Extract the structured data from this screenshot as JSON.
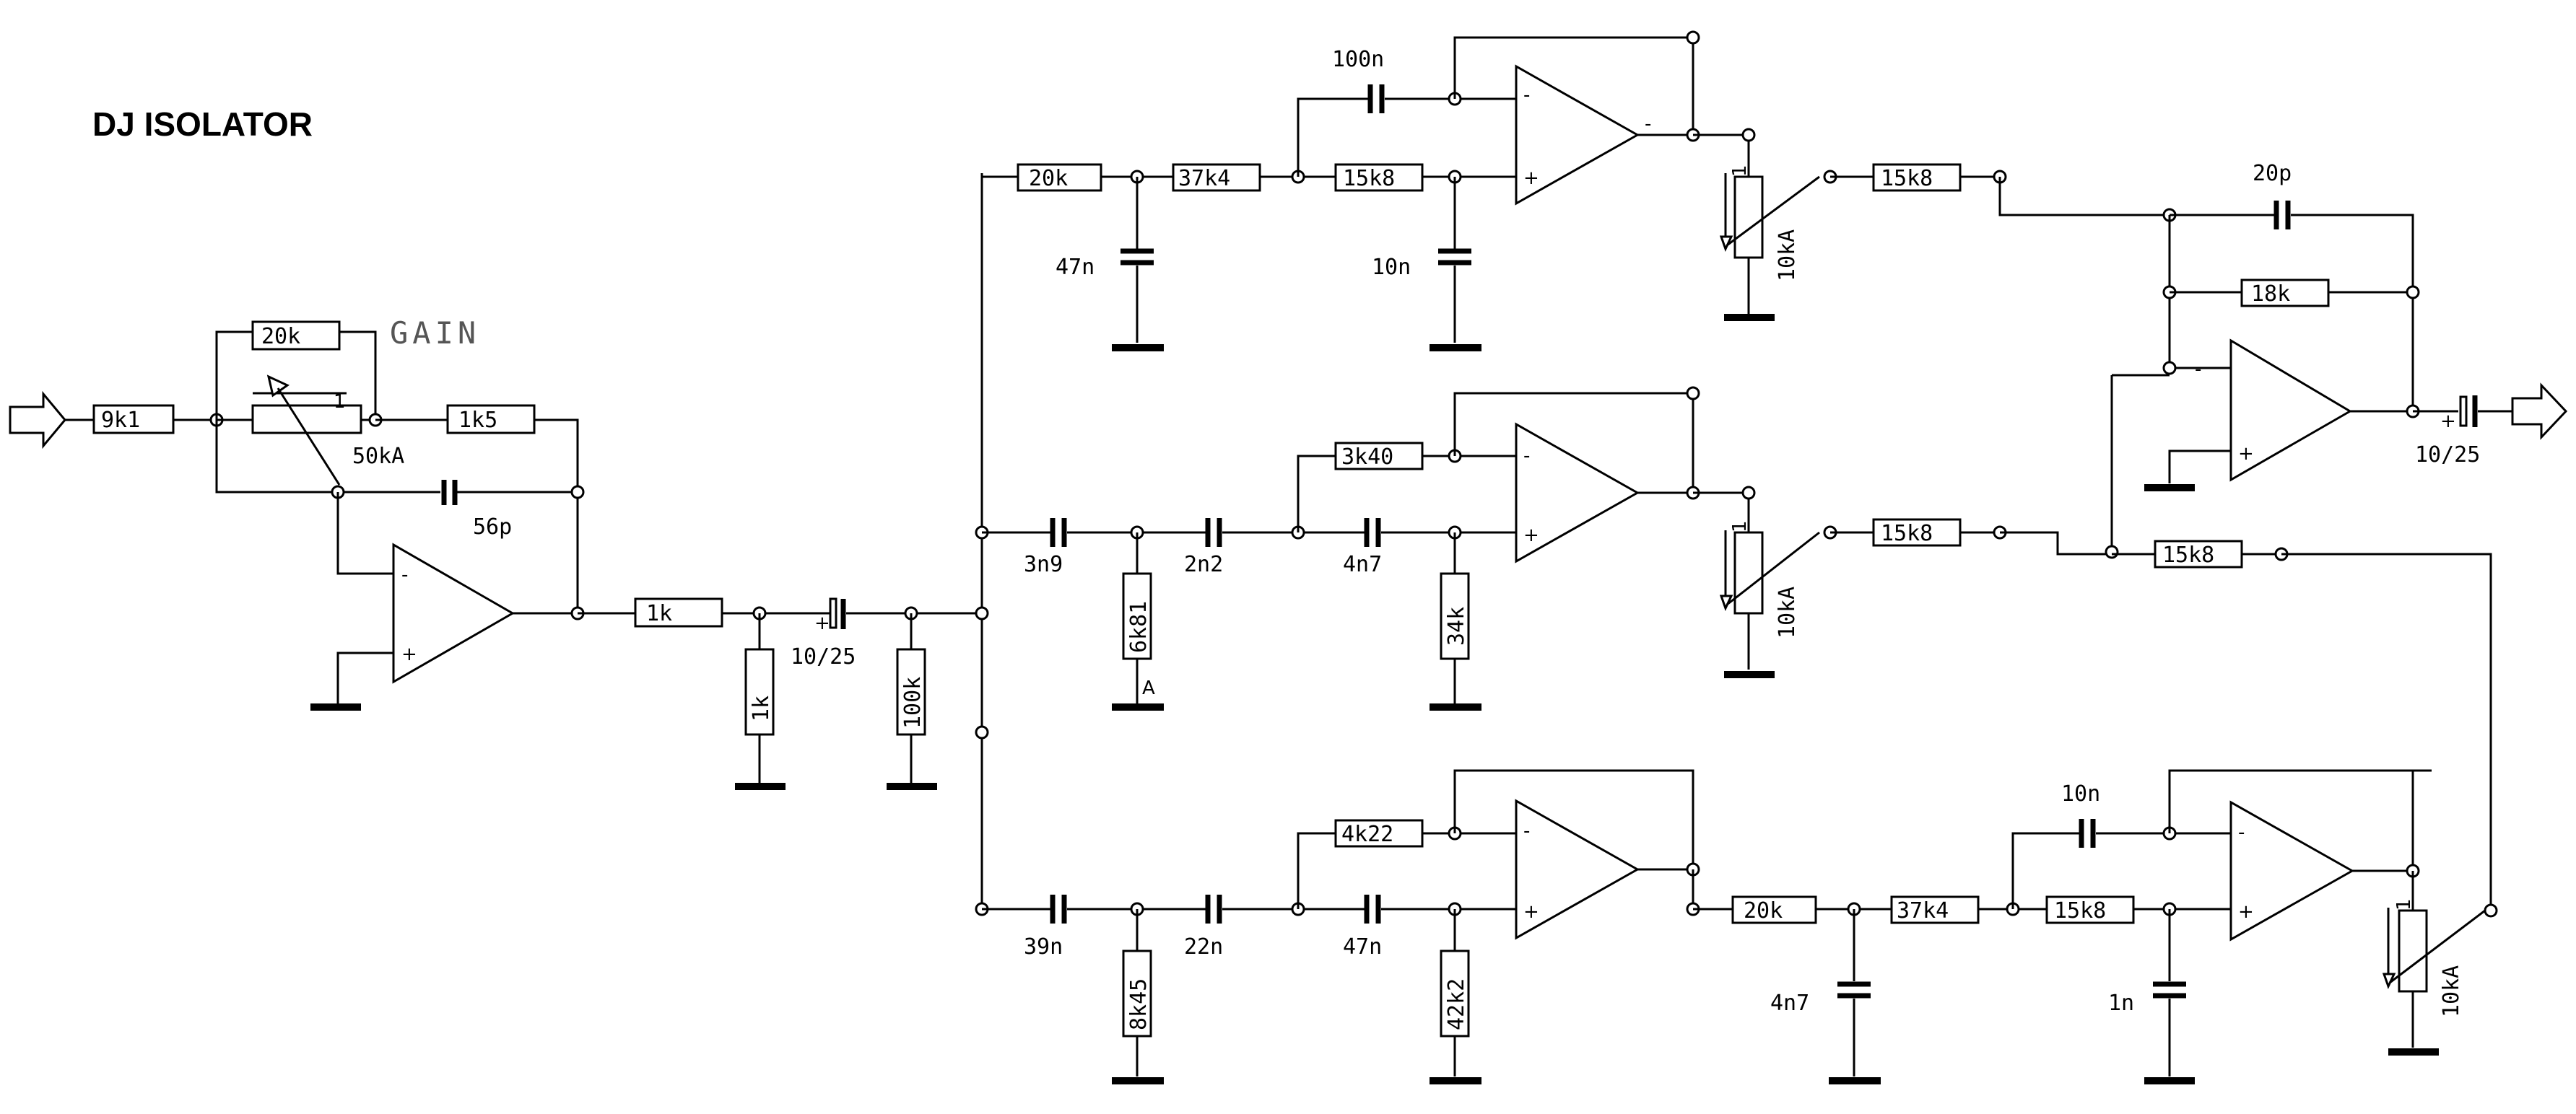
{
  "title": "DJ ISOLATOR",
  "gain_label": "GAIN",
  "components": {
    "r_in": "9k1",
    "r_gain": "20k",
    "pot_gain": "50kA",
    "pot_gain_pin": "1",
    "r_1k5": "1k5",
    "c_56p": "56p",
    "r_out1": "1k",
    "r_shunt1": "1k",
    "c_coupling": "10/25",
    "c_coupling_pol": "+",
    "r_100k": "100k",
    "hi_r1": "20k",
    "hi_c1": "47n",
    "hi_r2": "37k4",
    "hi_c2": "100n",
    "hi_r3": "15k8",
    "hi_c3": "10n",
    "hi_pot": "10kA",
    "hi_pot_pin": "1",
    "hi_r4": "15k8",
    "mid_c1": "3n9",
    "mid_r1": "6k81",
    "mid_r1_mark": "A",
    "mid_c2": "2n2",
    "mid_r2": "3k40",
    "mid_c3": "4n7",
    "mid_r3": "34k",
    "mid_pot": "10kA",
    "mid_pot_pin": "1",
    "mid_r4": "15k8",
    "mix_r": "15k8",
    "mix_c": "20p",
    "mix_fb": "18k",
    "out_cap": "10/25",
    "out_cap_pol": "+",
    "lo_c1": "39n",
    "lo_r1": "8k45",
    "lo_c2": "22n",
    "lo_r2": "4k22",
    "lo_c3": "47n",
    "lo_r3": "42k2",
    "lo2_r1": "20k",
    "lo2_c1": "4n7",
    "lo2_r2": "37k4",
    "lo2_c2": "10n",
    "lo2_r3": "15k8",
    "lo2_c3": "1n",
    "lo_pot": "10kA",
    "lo_pot_pin": "1"
  },
  "opamp_pins": {
    "minus": "-",
    "plus": "+",
    "out": "-"
  }
}
